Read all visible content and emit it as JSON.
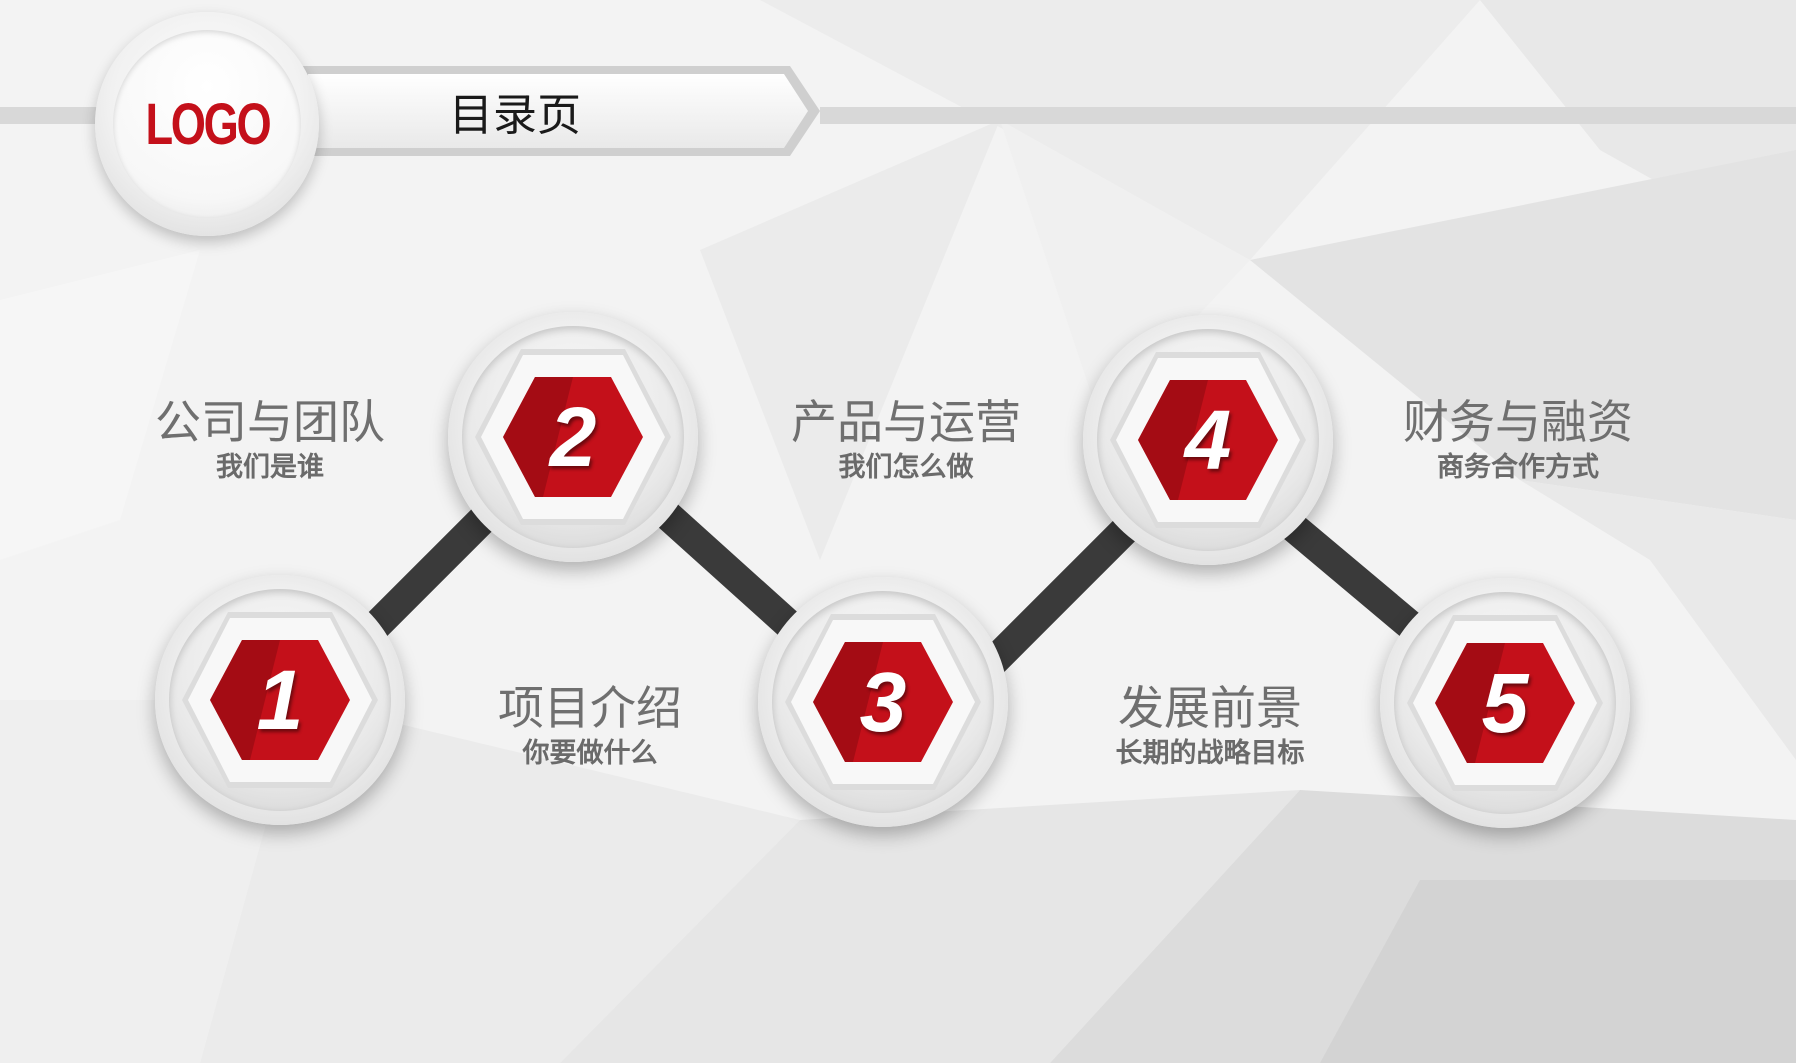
{
  "header": {
    "logo_text": "LOGO",
    "title": "目录页"
  },
  "colors": {
    "accent": "#c4101a",
    "accent_dark": "#8a0a10",
    "connector": "#3a3a3a",
    "label_gray": "#6f6f6f"
  },
  "steps": [
    {
      "number": "1",
      "title": "项目介绍",
      "subtitle": "你要做什么"
    },
    {
      "number": "2",
      "title": "公司与团队",
      "subtitle": "我们是谁"
    },
    {
      "number": "3",
      "title": "发展前景",
      "subtitle": "长期的战略目标"
    },
    {
      "number": "4",
      "title": "产品与运营",
      "subtitle": "我们怎么做"
    },
    {
      "number": "5",
      "title": "财务与融资",
      "subtitle": "商务合作方式"
    }
  ]
}
